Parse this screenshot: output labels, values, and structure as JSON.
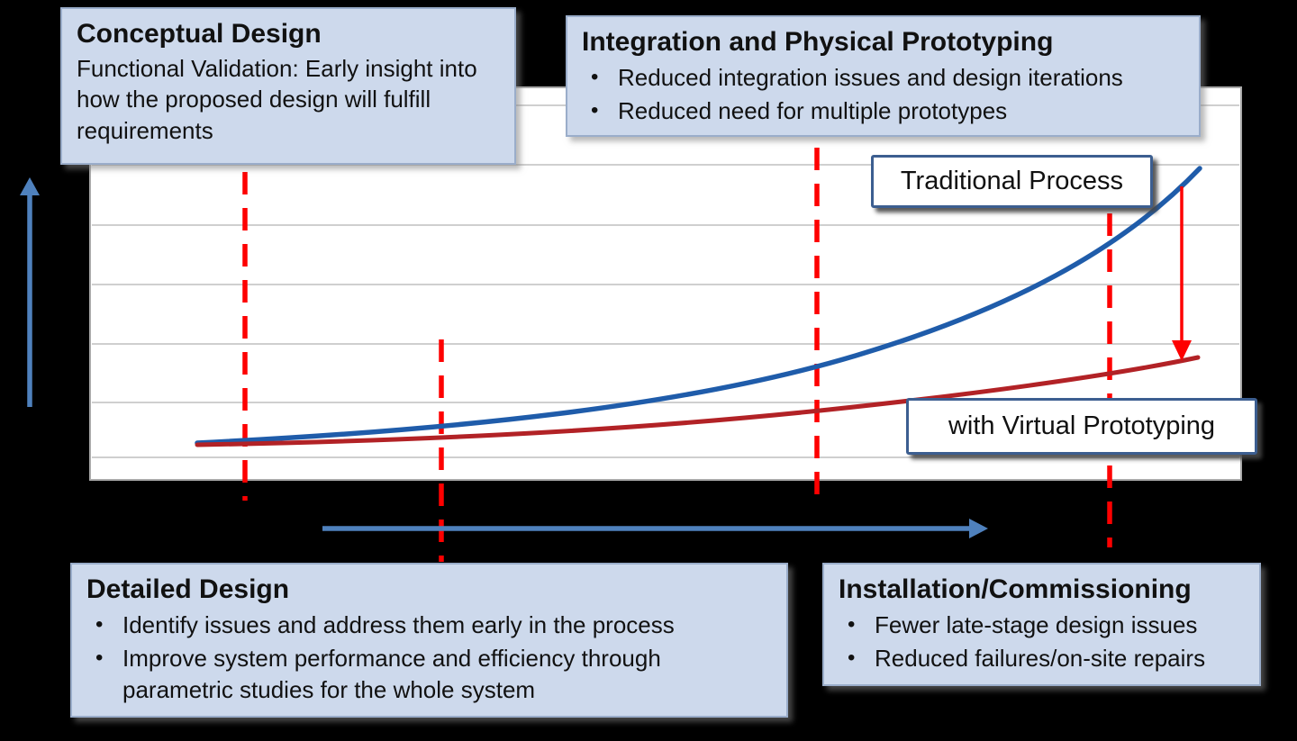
{
  "glyphs": {
    "bullet": "•"
  },
  "colors": {
    "background": "#000000",
    "plot_fill": "#ffffff",
    "gridline": "#cfcfcf",
    "traditional_curve": "#1f5caa",
    "virtual_curve": "#b22226",
    "phase_line": "#fe0000",
    "axis_arrow": "#4f81bd",
    "callout_fill": "#cdd9ec",
    "label_border": "#3c5e90"
  },
  "curve_labels": {
    "traditional": "Traditional Process",
    "virtual": "with Virtual Prototyping"
  },
  "callouts": {
    "conceptual": {
      "title": "Conceptual Design",
      "body": "Functional Validation: Early insight into how the proposed design will fulfill requirements"
    },
    "integration": {
      "title": "Integration and Physical Prototyping",
      "bullets": [
        "Reduced integration issues and design iterations",
        "Reduced need for multiple prototypes"
      ]
    },
    "detailed": {
      "title": "Detailed Design",
      "bullets": [
        "Identify issues and address them early in the process",
        "Improve system performance and efficiency through parametric studies for the whole system"
      ]
    },
    "installation": {
      "title": "Installation/Commissioning",
      "bullets": [
        "Fewer late-stage design issues",
        "Reduced failures/on-site repairs"
      ]
    }
  },
  "chart_data": {
    "type": "line",
    "qualitative": true,
    "title": "",
    "xlabel": "",
    "ylabel": "",
    "axes": {
      "tick_labels": "none",
      "gridlines": "horizontal",
      "x_axis_arrow": true,
      "y_axis_arrow": true
    },
    "x": [
      "start",
      "phase-marker-1",
      "phase-marker-2",
      "phase-marker-3",
      "phase-marker-4",
      "end"
    ],
    "series": [
      {
        "name": "Traditional Process",
        "color": "#1f5caa",
        "values": [
          0.12,
          0.12,
          0.17,
          0.37,
          0.76,
          1.0
        ]
      },
      {
        "name": "with Virtual Prototyping",
        "color": "#b22226",
        "values": [
          0.11,
          0.12,
          0.13,
          0.22,
          0.35,
          0.39
        ]
      }
    ],
    "phase_markers": [
      "Conceptual Design",
      "Detailed Design",
      "Integration and Physical Prototyping",
      "Installation/Commissioning"
    ],
    "drop_arrow_between_series_at_end": true
  }
}
